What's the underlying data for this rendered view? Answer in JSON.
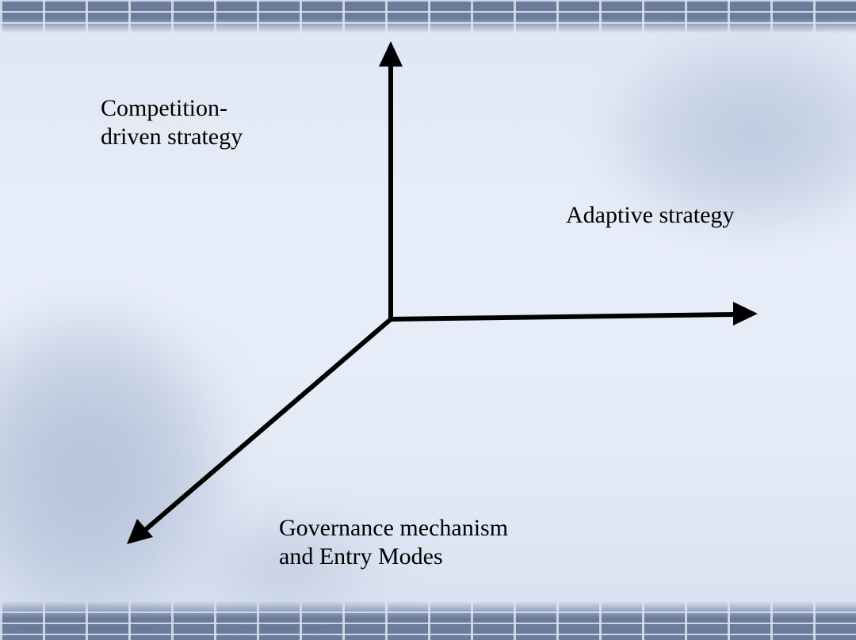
{
  "diagram": {
    "labels": {
      "competition": "Competition-\ndriven strategy",
      "adaptive": "Adaptive strategy",
      "governance": "Governance mechanism\nand Entry Modes"
    },
    "arrow_color": "#000000"
  }
}
